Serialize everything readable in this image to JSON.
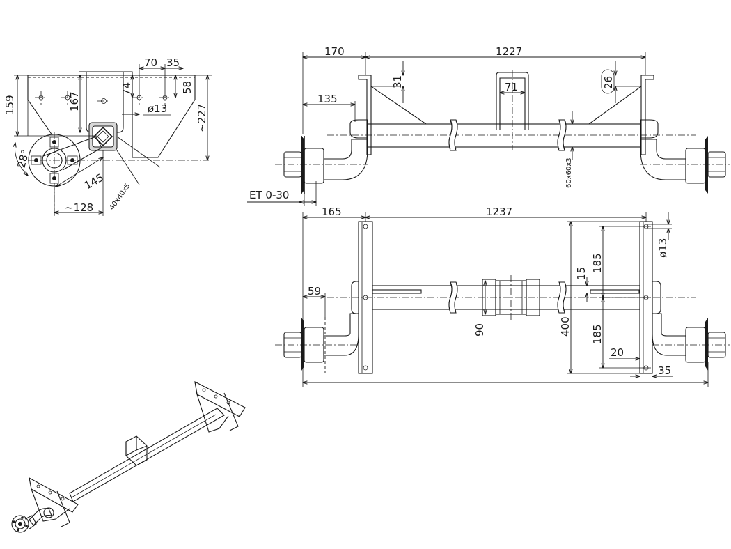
{
  "side_view": {
    "dim_70": "70",
    "dim_35": "35",
    "dim_159": "159",
    "dim_167": "167",
    "dim_74": "74",
    "dim_58": "58",
    "dim_227": "~227",
    "dim_hole": "ø13",
    "dim_angle": "28°",
    "dim_145": "145",
    "dim_128": "~128",
    "dim_tube": "40x40x5"
  },
  "front_view": {
    "dim_170": "170",
    "dim_1227": "1227",
    "dim_135": "135",
    "dim_31": "31",
    "dim_71": "71",
    "dim_26": "26",
    "dim_tube": "60x60x3",
    "dim_et": "ET 0-30"
  },
  "top_view": {
    "dim_165": "165",
    "dim_1237": "1237",
    "dim_59": "59",
    "dim_hole": "ø13",
    "dim_185_top": "185",
    "dim_15": "15",
    "dim_90": "90",
    "dim_400": "400",
    "dim_185_bottom": "185",
    "dim_20": "20",
    "dim_35": "35"
  }
}
